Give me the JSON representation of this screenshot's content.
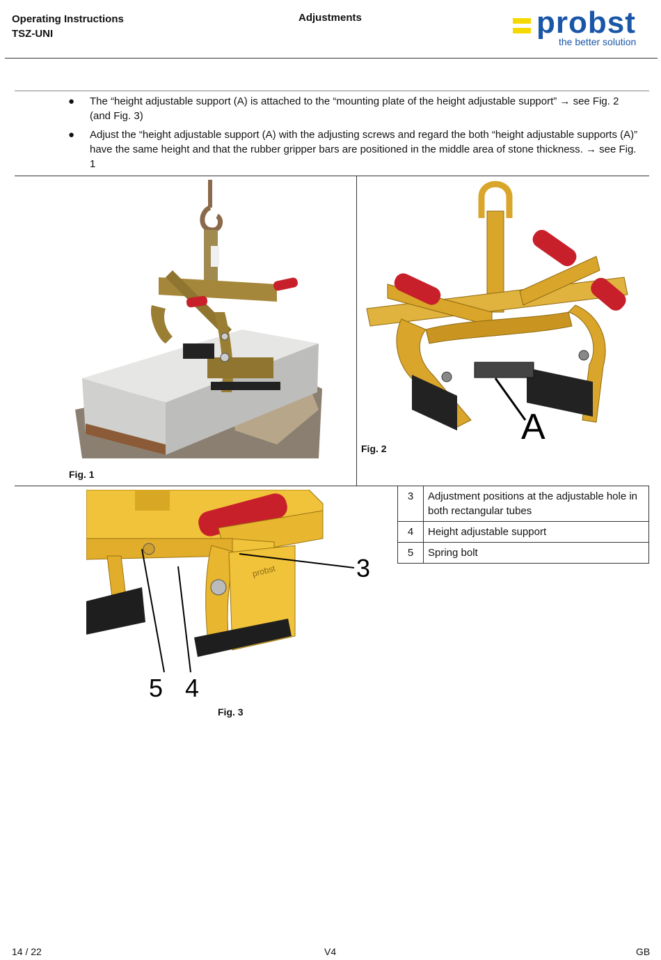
{
  "header": {
    "doc_type": "Operating Instructions",
    "model": "TSZ-UNI",
    "section": "Adjustments",
    "brand": "probst",
    "tagline": "the better solution"
  },
  "bullets": [
    "The “height adjustable support (A) is attached to the “mounting plate of the height adjustable support” → see Fig. 2 (and Fig. 3)",
    "Adjust the “height adjustable support (A) with the adjusting screws and regard the both “height adjustable supports (A)” have the same height and that the rubber gripper bars are positioned in the middle area of stone thickness. → see Fig. 1"
  ],
  "figures": {
    "fig1_label": "Fig. 1",
    "fig2_label": "Fig. 2",
    "fig2_callout": "A",
    "fig3_label": "Fig. 3",
    "fig3_callouts": {
      "c3": "3",
      "c4": "4",
      "c5": "5"
    },
    "brand_stamp": "probst"
  },
  "legend": [
    {
      "num": "3",
      "text": "Adjustment positions at the adjustable hole in both rectangular tubes"
    },
    {
      "num": "4",
      "text": "Height adjustable support"
    },
    {
      "num": "5",
      "text": "Spring bolt"
    }
  ],
  "footer": {
    "page": "14 / 22",
    "version": "V4",
    "lang": "GB"
  },
  "colors": {
    "frame_yellow": "#d9a52a",
    "grip_red": "#c8202a",
    "brand_blue": "#1a56a8",
    "brand_yellow": "#f5d800"
  }
}
